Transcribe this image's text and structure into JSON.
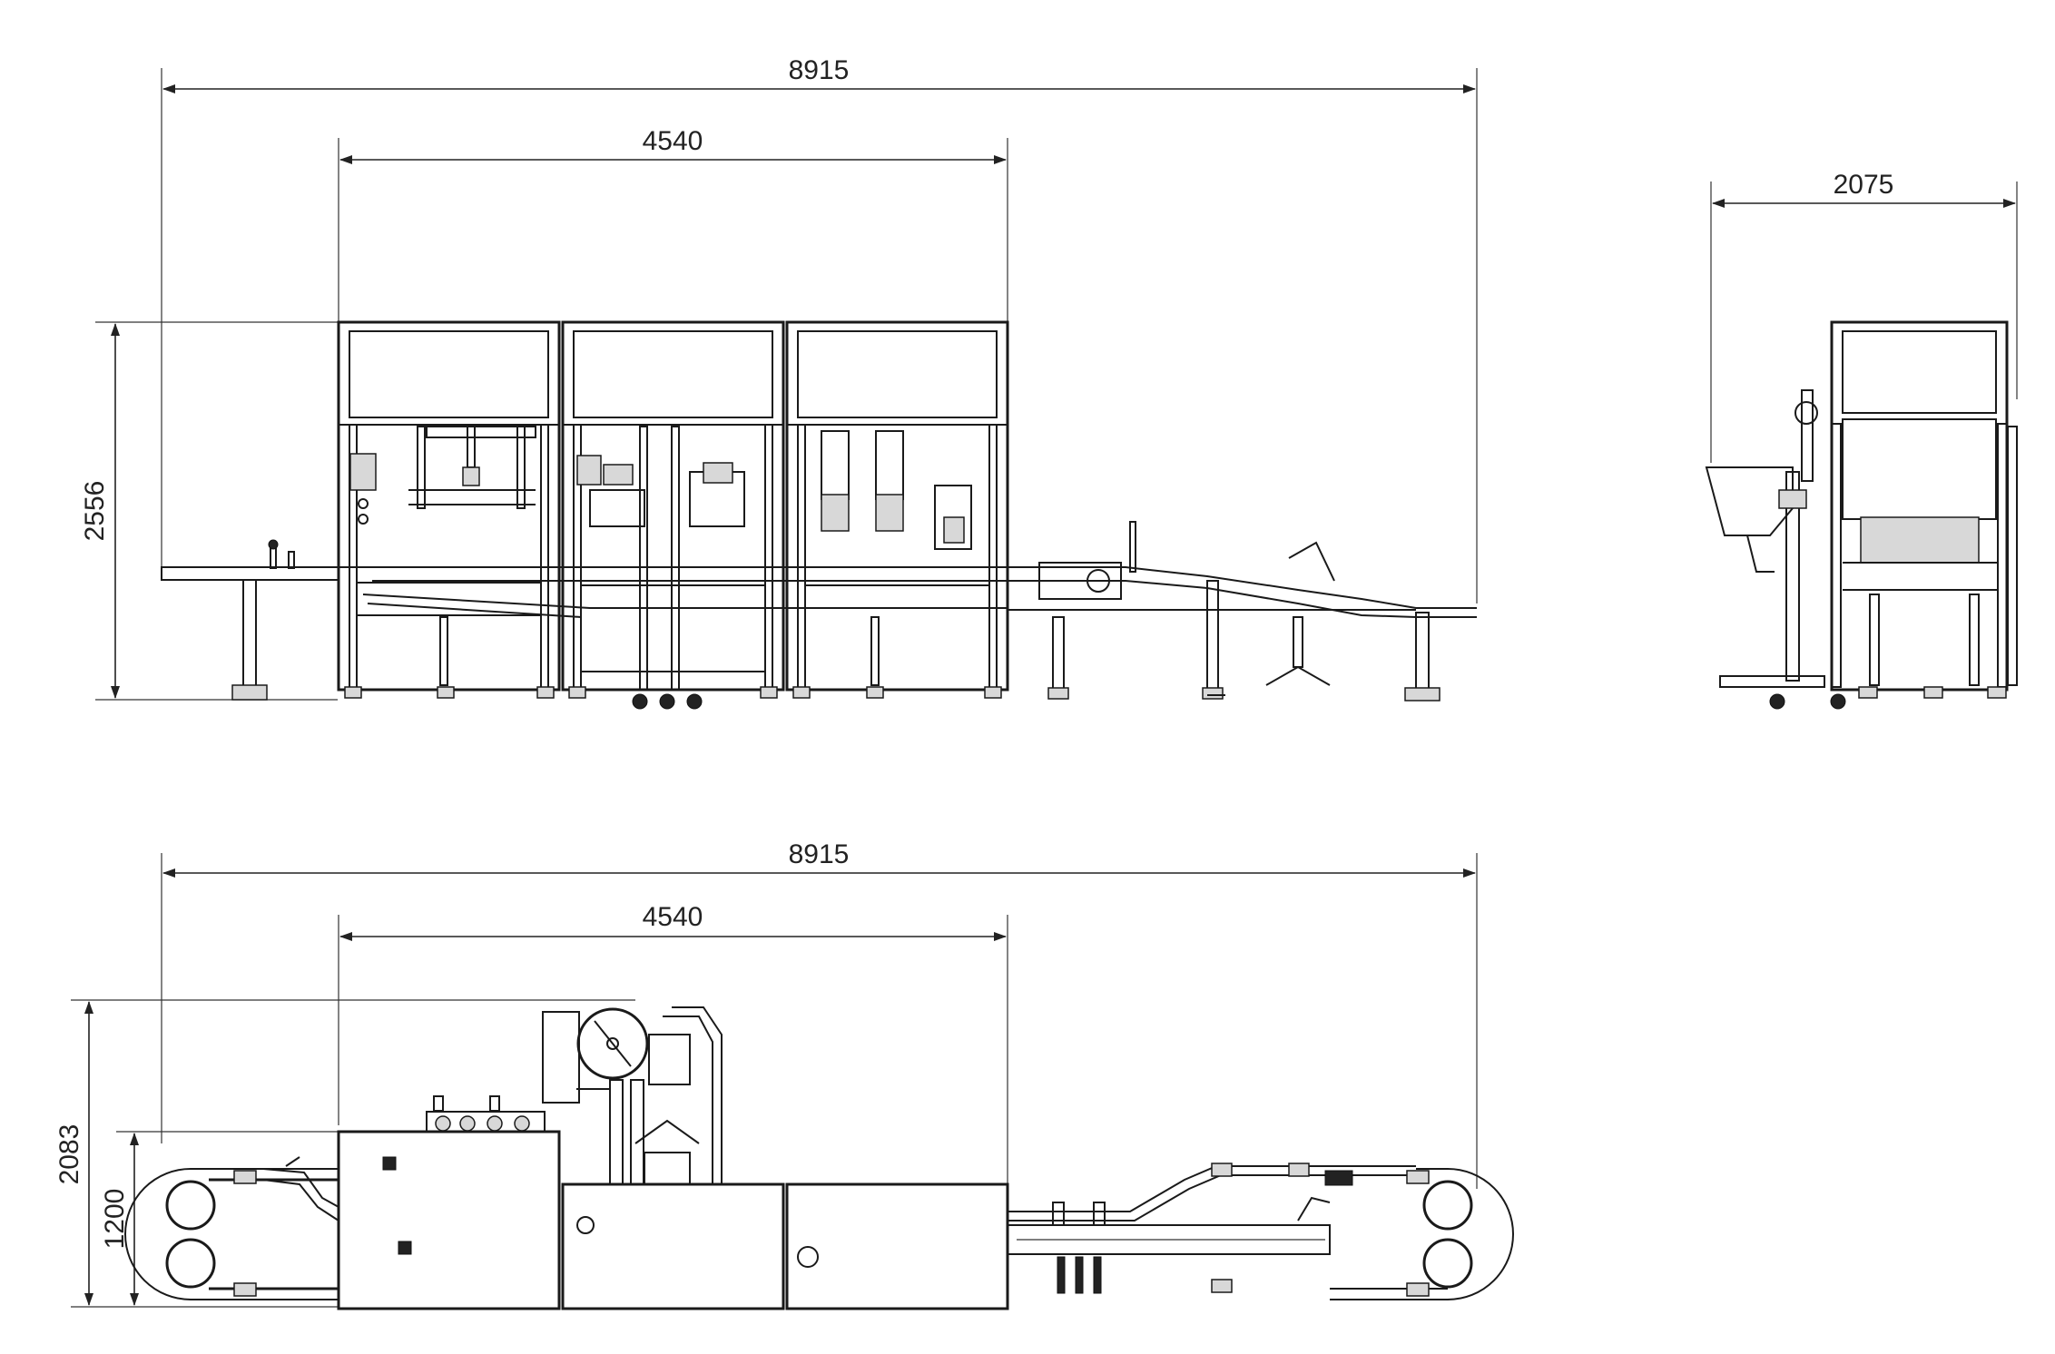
{
  "dimensions": {
    "front_total_length": "8915",
    "front_machine_length": "4540",
    "front_height": "2556",
    "side_width": "2075",
    "top_total_length": "8915",
    "top_machine_length": "4540",
    "top_total_depth": "2083",
    "top_conveyor_depth": "1200"
  },
  "colors": {
    "line": "#1a1a1a",
    "background": "#ffffff"
  }
}
